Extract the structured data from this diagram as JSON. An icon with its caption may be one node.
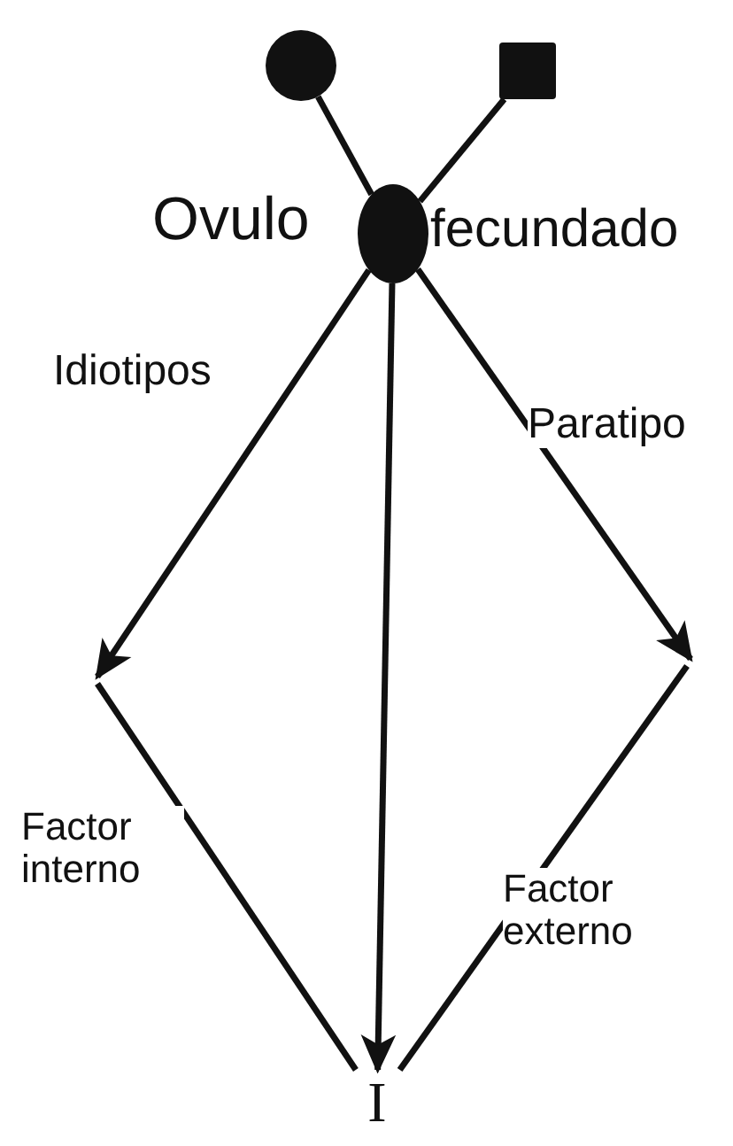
{
  "diagram": {
    "nodes": [
      {
        "text": [],
        "shape": "circle"
      },
      {
        "text": [],
        "shape": "box"
      },
      {
        "text": [],
        "shape": "circle",
        "beside": [
          "Ovulo",
          "fecundado"
        ]
      },
      {
        "text": [
          "I"
        ]
      }
    ],
    "edges": [
      {
        "from": 0,
        "to": 2,
        "arrow": "none"
      },
      {
        "from": 1,
        "to": 2,
        "arrow": "none"
      },
      {
        "from": 2,
        "to": null,
        "arrow": "to",
        "label": "Idiotipos"
      },
      {
        "from": 2,
        "to": null,
        "arrow": "to",
        "label": "Paratipo"
      },
      {
        "from": 2,
        "to": 3,
        "arrow": "to"
      },
      {
        "from": null,
        "to": 3,
        "arrow": "none",
        "label": "Factor interno"
      },
      {
        "from": null,
        "to": 3,
        "arrow": "none",
        "label": "Factor externo"
      }
    ]
  }
}
